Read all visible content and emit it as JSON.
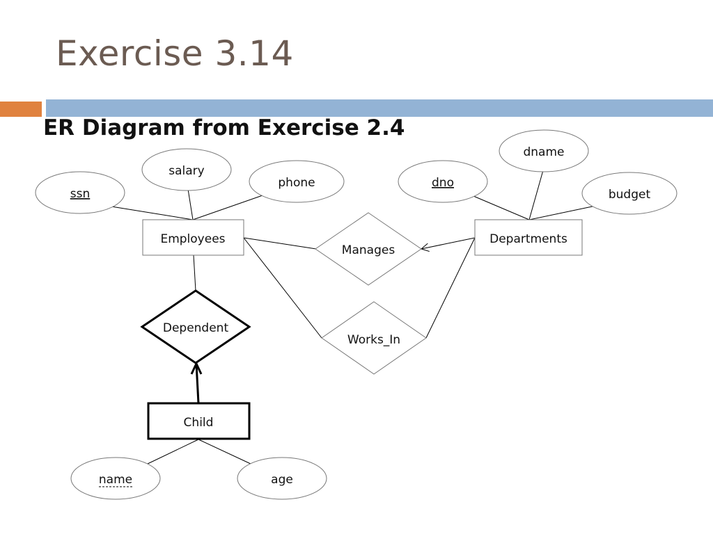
{
  "slide": {
    "title": "Exercise 3.14",
    "subtitle": "ER Diagram from Exercise 2.4"
  },
  "colors": {
    "title": "#6b5b52",
    "accent_band": "#e0823f",
    "main_band": "#93b3d5"
  },
  "diagram": {
    "entities": {
      "employees": "Employees",
      "departments": "Departments"
    },
    "weak_entity": {
      "child": "Child"
    },
    "relationships": {
      "manages": "Manages",
      "works_in": "Works_In"
    },
    "identifying_relationship": {
      "dependent": "Dependent"
    },
    "attributes": {
      "ssn": "ssn",
      "salary": "salary",
      "phone": "phone",
      "dno": "dno",
      "dname": "dname",
      "budget": "budget",
      "name": "name",
      "age": "age"
    }
  }
}
